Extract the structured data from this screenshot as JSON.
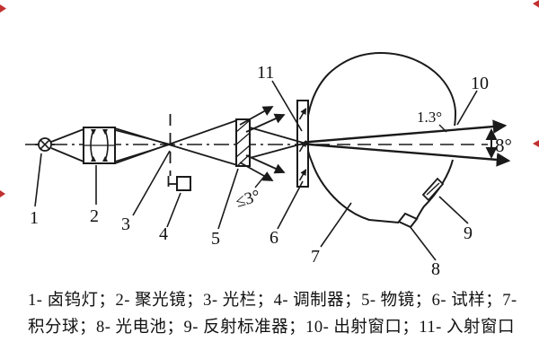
{
  "figure": {
    "type": "optical-system-diagram",
    "callouts": {
      "c1": "1",
      "c2": "2",
      "c3": "3",
      "c4": "4",
      "c5": "5",
      "c6": "6",
      "c7": "7",
      "c8": "8",
      "c9": "9",
      "c10": "10",
      "c11": "11"
    },
    "annotations": {
      "incidence_limit": "≤3°",
      "beam_divergence": "1.3°",
      "exit_cone_angle": "8°"
    },
    "legend": {
      "line1": "1- 卤钨灯；2- 聚光镜；3- 光栏；4- 调制器；5- 物镜；6- 试样；7-",
      "line2": "积分球；8- 光电池；9- 反射标准器；10- 出射窗口；11- 入射窗口"
    },
    "components": [
      {
        "num": "1",
        "name": "卤钨灯"
      },
      {
        "num": "2",
        "name": "聚光镜"
      },
      {
        "num": "3",
        "name": "光栏"
      },
      {
        "num": "4",
        "name": "调制器"
      },
      {
        "num": "5",
        "name": "物镜"
      },
      {
        "num": "6",
        "name": "试样"
      },
      {
        "num": "7",
        "name": "积分球"
      },
      {
        "num": "8",
        "name": "光电池"
      },
      {
        "num": "9",
        "name": "反射标准器"
      },
      {
        "num": "10",
        "name": "出射窗口"
      },
      {
        "num": "11",
        "name": "入射窗口"
      }
    ],
    "colors": {
      "ink": "#1a1a1a",
      "background": "#ffffff",
      "edge_marks": "#c23030"
    }
  }
}
